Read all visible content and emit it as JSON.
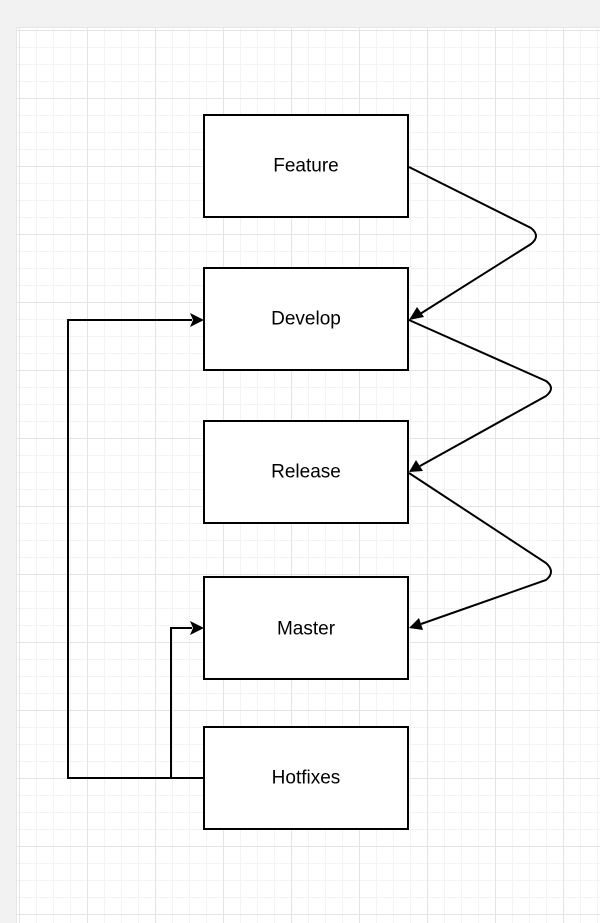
{
  "diagram": {
    "nodes": {
      "feature": {
        "label": "Feature"
      },
      "develop": {
        "label": "Develop"
      },
      "release": {
        "label": "Release"
      },
      "master": {
        "label": "Master"
      },
      "hotfixes": {
        "label": "Hotfixes"
      }
    },
    "edges": [
      {
        "from": "Feature",
        "to": "Develop"
      },
      {
        "from": "Develop",
        "to": "Release"
      },
      {
        "from": "Release",
        "to": "Master"
      },
      {
        "from": "Hotfixes",
        "to": "Develop"
      },
      {
        "from": "Hotfixes",
        "to": "Master"
      }
    ],
    "colors": {
      "canvas": "#ffffff",
      "stroke": "#000000",
      "grid": "#e4e4e4",
      "outer_background": "#f2f2f2"
    }
  }
}
